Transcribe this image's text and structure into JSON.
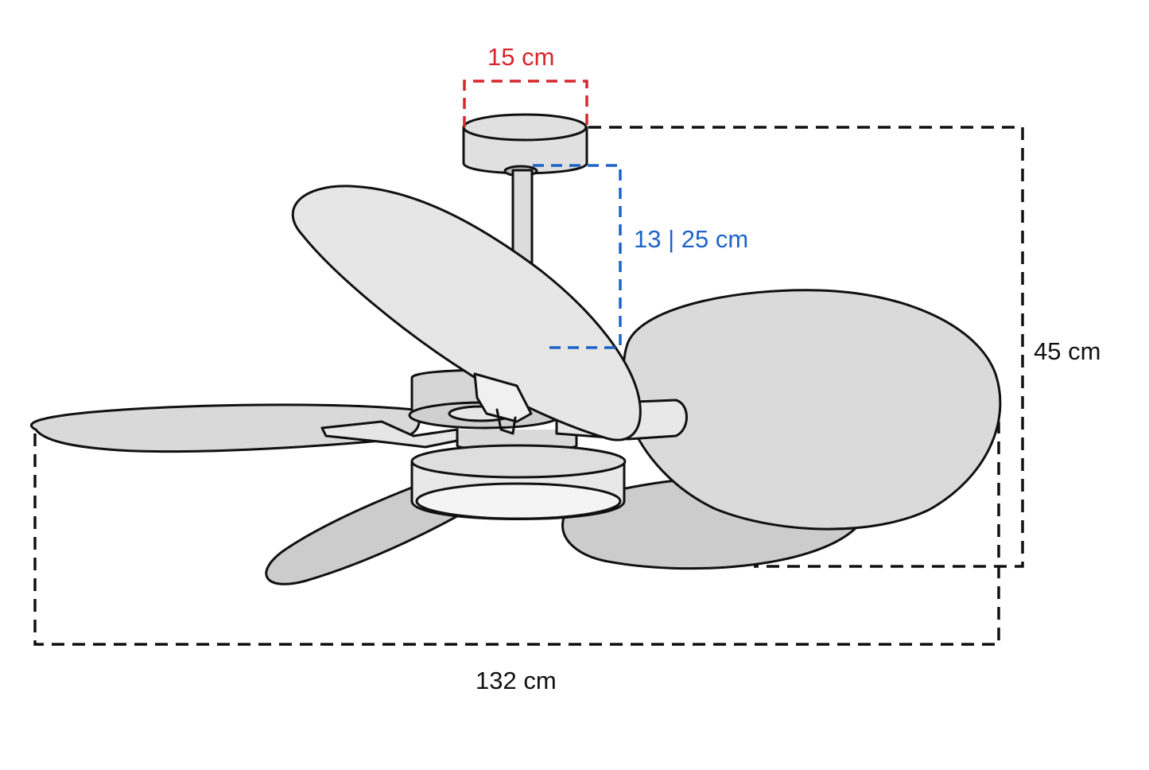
{
  "dimensions": {
    "canopy_width": "15 cm",
    "downrod_length": "13 | 25 cm",
    "total_height": "45 cm",
    "blade_span": "132 cm"
  },
  "colors": {
    "canopy_dimension": "#d7262d",
    "downrod_dimension": "#1e63c8",
    "outline": "#111111",
    "height_and_span_dimension": "#111111",
    "blade_light": "#e6e6e6",
    "blade_mid": "#d9d9d9",
    "blade_dark": "#cccccc",
    "light_cover": "#f4f4f4"
  }
}
